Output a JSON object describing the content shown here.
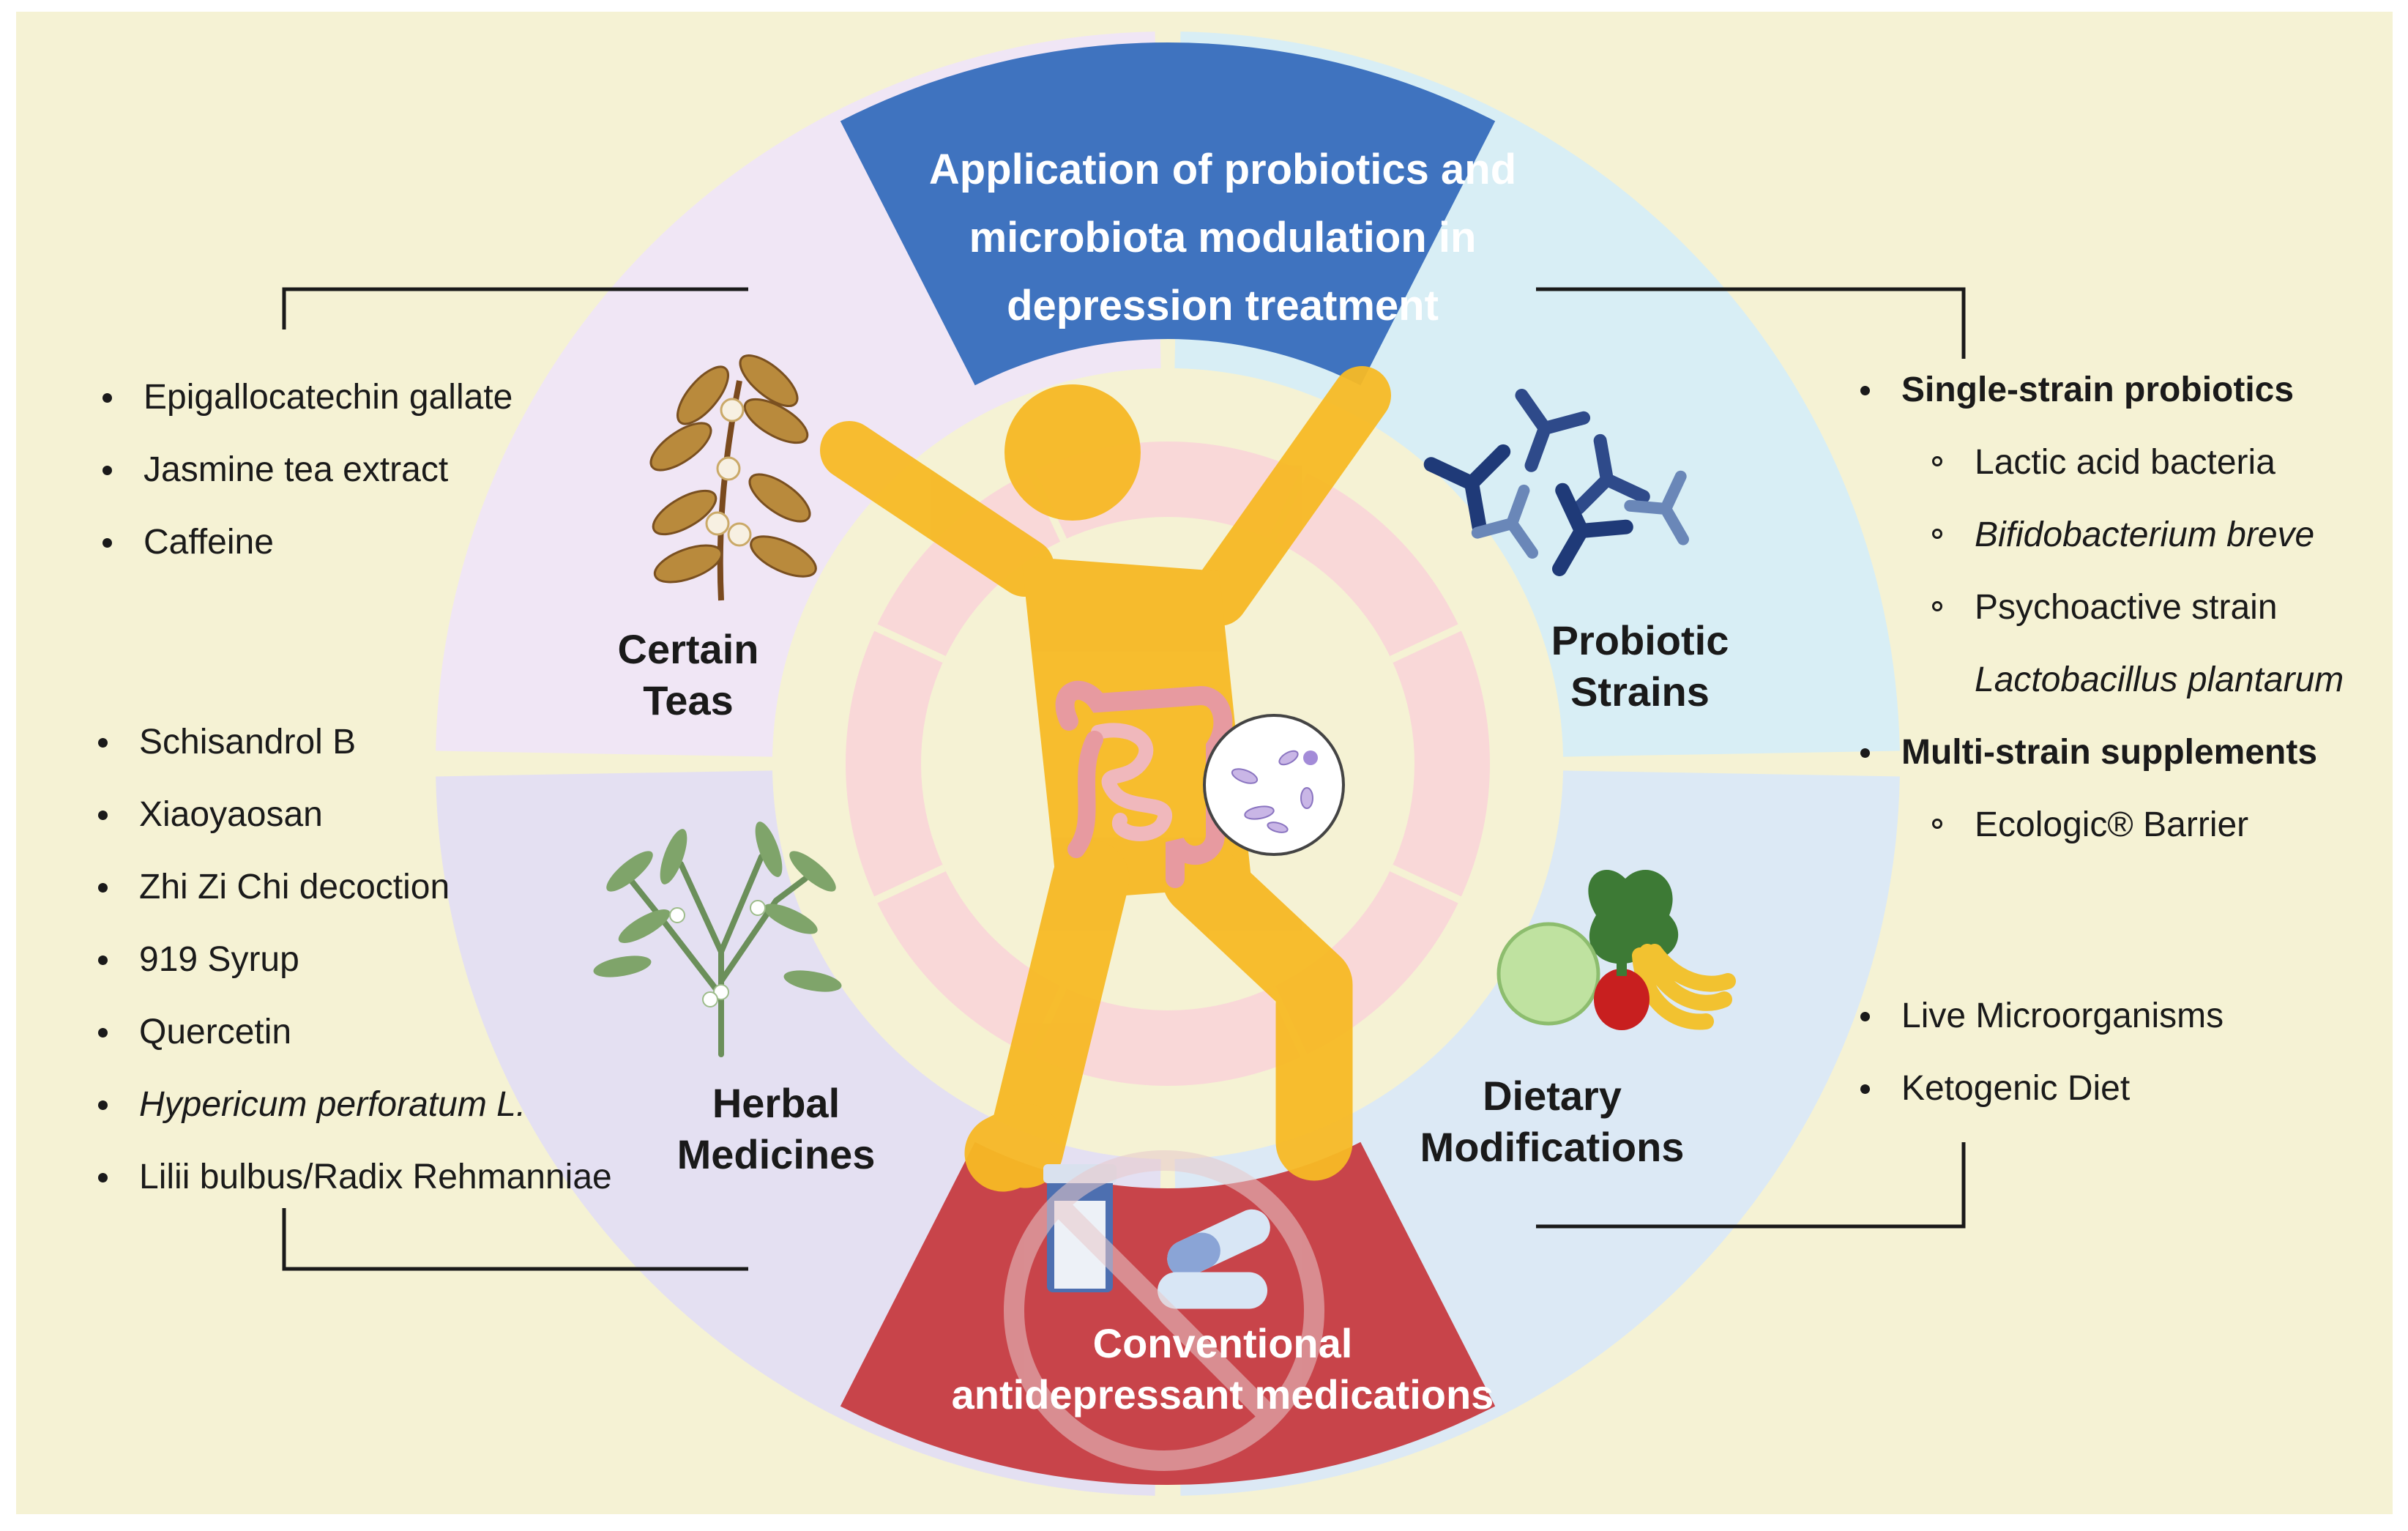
{
  "colors": {
    "page_background": "#f5f2d4",
    "outer_ring": "#f5f2d4",
    "teas_segment": "#f0e6f5",
    "herbal_segment": "#e4e0f2",
    "probiotic_segment": "#d8eef5",
    "dietary_segment": "#dce9f5",
    "top_banner": "#3f73bf",
    "bottom_banner": "#c8444a",
    "inner_ring": "#f9d8d8",
    "figure": "#f7b925",
    "connector_lines": "#1a1a1a"
  },
  "top_banner": {
    "lines": [
      "Application of probiotics and",
      "microbiota modulation in",
      "depression treatment"
    ]
  },
  "bottom_banner": {
    "lines": [
      "Conventional",
      "antidepressant medications"
    ]
  },
  "segments": {
    "teas": {
      "lines": [
        "Certain",
        "Teas"
      ],
      "icon": "tea-plant-icon"
    },
    "herbal": {
      "lines": [
        "Herbal",
        "Medicines"
      ],
      "icon": "herb-plant-icon"
    },
    "probiotic": {
      "lines": [
        "Probiotic",
        "Strains"
      ],
      "icon": "bacteria-icon"
    },
    "dietary": {
      "lines": [
        "Dietary",
        "Modifications"
      ],
      "icon": "vegetables-fruit-icon"
    }
  },
  "center": {
    "figure_icon": "person-arms-raised-icon",
    "gut_icon": "intestine-icon",
    "microbe_icon": "microbes-circle-icon",
    "medication_icons": [
      "pill-bottle-icon",
      "capsule-icon"
    ],
    "prohibited_icon": "prohibited-sign-icon"
  },
  "lists": {
    "teas": [
      "Epigallocatechin gallate",
      "Jasmine tea extract",
      "Caffeine"
    ],
    "herbal": [
      {
        "text": "Schisandrol B"
      },
      {
        "text": "Xiaoyaosan"
      },
      {
        "text": "Zhi Zi Chi decoction"
      },
      {
        "text": "919 Syrup"
      },
      {
        "text": "Quercetin"
      },
      {
        "text": "Hypericum perforatum L.",
        "italic": true
      },
      {
        "text": "Lilii bulbus/Radix Rehmanniae"
      }
    ],
    "probiotic": [
      {
        "text": "Single-strain probiotics",
        "level": 1,
        "bold": true
      },
      {
        "text": "Lactic acid bacteria",
        "level": 2
      },
      {
        "text": "Bifidobacterium breve",
        "level": 2,
        "italic": true
      },
      {
        "text": "Psychoactive strain",
        "level": 2
      },
      {
        "text": "Lactobacillus plantarum",
        "level": 3,
        "italic": true
      },
      {
        "text": "Multi-strain supplements",
        "level": 1,
        "bold": true
      },
      {
        "text": "Ecologic® Barrier",
        "level": 2
      }
    ],
    "dietary": [
      "Live Microorganisms",
      "Ketogenic Diet"
    ]
  }
}
